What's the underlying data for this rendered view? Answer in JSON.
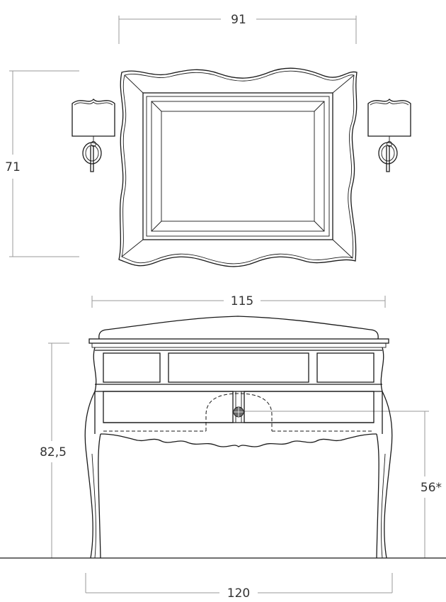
{
  "dimensions": {
    "mirror_width": "91",
    "mirror_height": "71",
    "top_width": "115",
    "cabinet_height": "82,5",
    "basin_height": "56*",
    "overall_width": "120"
  },
  "colors": {
    "line": "#1a1a1a",
    "dimension_line": "#9a9a9a",
    "knob": "#6a6a6a"
  }
}
